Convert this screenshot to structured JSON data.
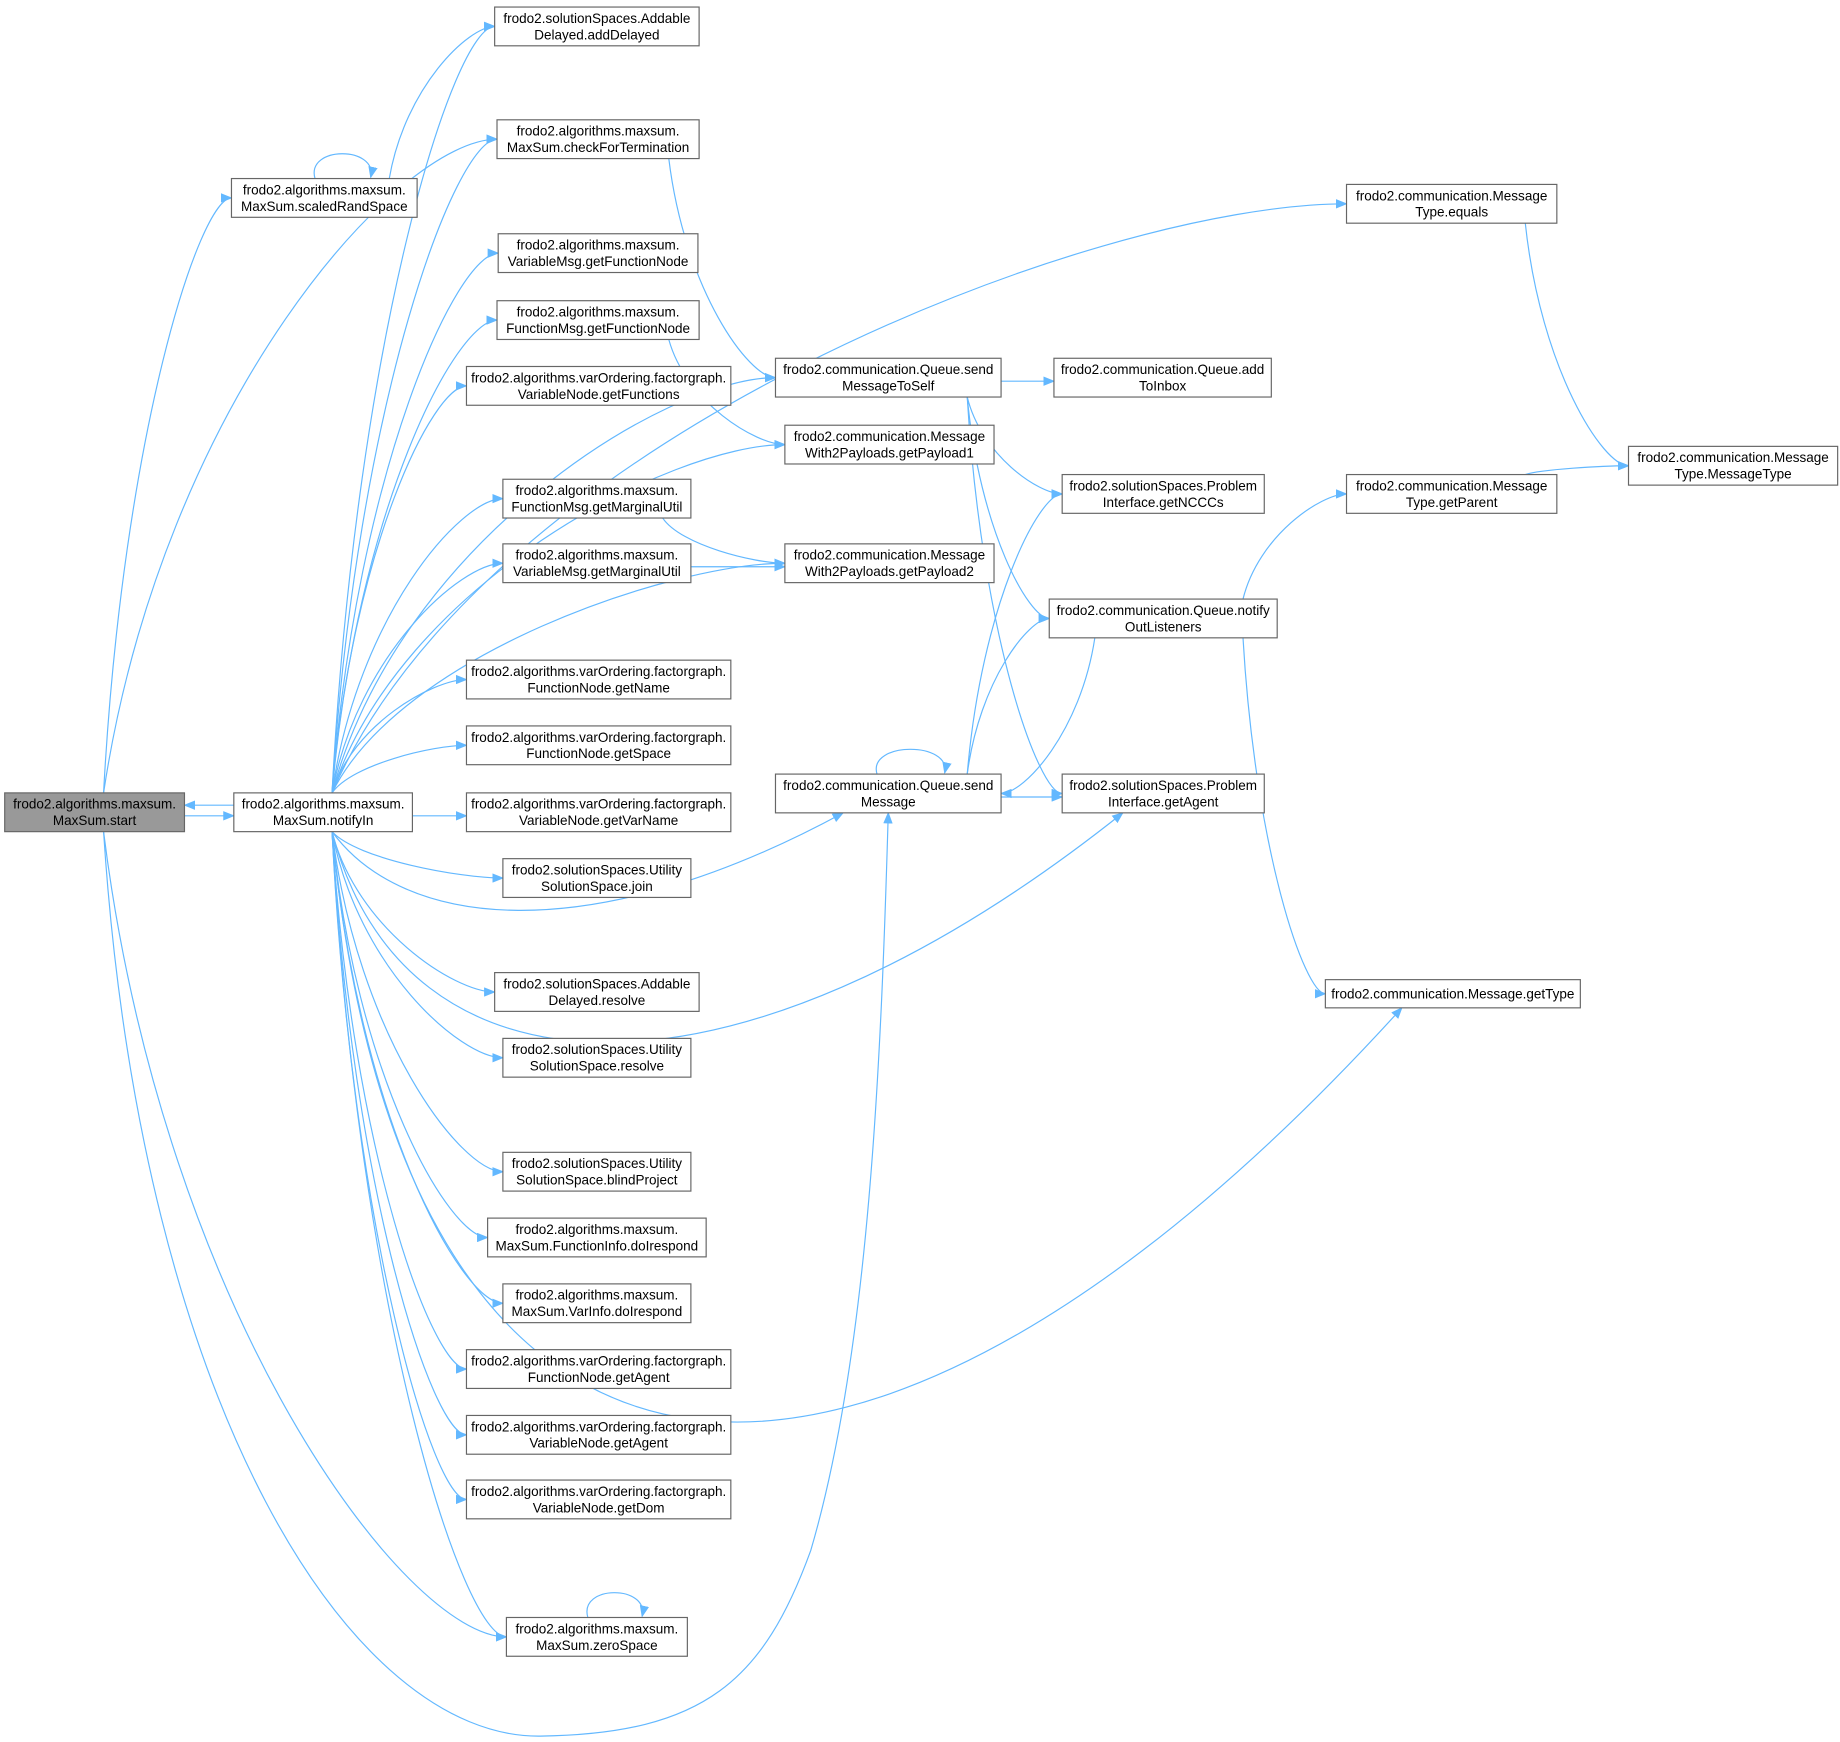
{
  "graph": {
    "title": "Call graph of frodo2.algorithms.maxsum.MaxSum.start",
    "colors": {
      "edge": "#63b8ff",
      "root_fill": "#999999",
      "node_border": "#666666"
    },
    "nodes": {
      "start": [
        "frodo2.algorithms.maxsum.",
        "MaxSum.start"
      ],
      "notifyIn": [
        "frodo2.algorithms.maxsum.",
        "MaxSum.notifyIn"
      ],
      "scaledRandSpace": [
        "frodo2.algorithms.maxsum.",
        "MaxSum.scaledRandSpace"
      ],
      "addDelayed": [
        "frodo2.solutionSpaces.Addable",
        "Delayed.addDelayed"
      ],
      "checkForTermination": [
        "frodo2.algorithms.maxsum.",
        "MaxSum.checkForTermination"
      ],
      "varMsgGetFunctionNode": [
        "frodo2.algorithms.maxsum.",
        "VariableMsg.getFunctionNode"
      ],
      "funcMsgGetFunctionNode": [
        "frodo2.algorithms.maxsum.",
        "FunctionMsg.getFunctionNode"
      ],
      "getFunctions": [
        "frodo2.algorithms.varOrdering.factorgraph.",
        "VariableNode.getFunctions"
      ],
      "funcMsgGetMarginalUtil": [
        "frodo2.algorithms.maxsum.",
        "FunctionMsg.getMarginalUtil"
      ],
      "varMsgGetMarginalUtil": [
        "frodo2.algorithms.maxsum.",
        "VariableMsg.getMarginalUtil"
      ],
      "fnGetName": [
        "frodo2.algorithms.varOrdering.factorgraph.",
        "FunctionNode.getName"
      ],
      "fnGetSpace": [
        "frodo2.algorithms.varOrdering.factorgraph.",
        "FunctionNode.getSpace"
      ],
      "vnGetVarName": [
        "frodo2.algorithms.varOrdering.factorgraph.",
        "VariableNode.getVarName"
      ],
      "join": [
        "frodo2.solutionSpaces.Utility",
        "SolutionSpace.join"
      ],
      "addableResolve": [
        "frodo2.solutionSpaces.Addable",
        "Delayed.resolve"
      ],
      "utilResolve": [
        "frodo2.solutionSpaces.Utility",
        "SolutionSpace.resolve"
      ],
      "blindProject": [
        "frodo2.solutionSpaces.Utility",
        "SolutionSpace.blindProject"
      ],
      "funcInfoDoIrespond": [
        "frodo2.algorithms.maxsum.",
        "MaxSum.FunctionInfo.doIrespond"
      ],
      "varInfoDoIrespond": [
        "frodo2.algorithms.maxsum.",
        "MaxSum.VarInfo.doIrespond"
      ],
      "fnGetAgent": [
        "frodo2.algorithms.varOrdering.factorgraph.",
        "FunctionNode.getAgent"
      ],
      "vnGetAgent": [
        "frodo2.algorithms.varOrdering.factorgraph.",
        "VariableNode.getAgent"
      ],
      "vnGetDom": [
        "frodo2.algorithms.varOrdering.factorgraph.",
        "VariableNode.getDom"
      ],
      "zeroSpace": [
        "frodo2.algorithms.maxsum.",
        "MaxSum.zeroSpace"
      ],
      "sendMessageToSelf": [
        "frodo2.communication.Queue.send",
        "MessageToSelf"
      ],
      "getPayload1": [
        "frodo2.communication.Message",
        "With2Payloads.getPayload1"
      ],
      "getPayload2": [
        "frodo2.communication.Message",
        "With2Payloads.getPayload2"
      ],
      "sendMessage": [
        "frodo2.communication.Queue.send",
        "Message"
      ],
      "addToInbox": [
        "frodo2.communication.Queue.add",
        "ToInbox"
      ],
      "getNCCCs": [
        "frodo2.solutionSpaces.Problem",
        "Interface.getNCCCs"
      ],
      "notifyOutListeners": [
        "frodo2.communication.Queue.notify",
        "OutListeners"
      ],
      "piGetAgent": [
        "frodo2.solutionSpaces.Problem",
        "Interface.getAgent"
      ],
      "equals": [
        "frodo2.communication.Message",
        "Type.equals"
      ],
      "getParent": [
        "frodo2.communication.Message",
        "Type.getParent"
      ],
      "messageType": [
        "frodo2.communication.Message",
        "Type.MessageType"
      ],
      "getType": [
        "frodo2.communication.Message.getType"
      ]
    },
    "edges": [
      [
        "start",
        "notifyIn"
      ],
      [
        "notifyIn",
        "start"
      ],
      [
        "start",
        "scaledRandSpace"
      ],
      [
        "start",
        "checkForTermination"
      ],
      [
        "start",
        "zeroSpace"
      ],
      [
        "start",
        "sendMessage"
      ],
      [
        "scaledRandSpace",
        "addDelayed"
      ],
      [
        "scaledRandSpace",
        "scaledRandSpace"
      ],
      [
        "notifyIn",
        "addDelayed"
      ],
      [
        "notifyIn",
        "checkForTermination"
      ],
      [
        "notifyIn",
        "varMsgGetFunctionNode"
      ],
      [
        "notifyIn",
        "funcMsgGetFunctionNode"
      ],
      [
        "notifyIn",
        "getFunctions"
      ],
      [
        "notifyIn",
        "funcMsgGetMarginalUtil"
      ],
      [
        "notifyIn",
        "varMsgGetMarginalUtil"
      ],
      [
        "notifyIn",
        "fnGetName"
      ],
      [
        "notifyIn",
        "fnGetSpace"
      ],
      [
        "notifyIn",
        "vnGetVarName"
      ],
      [
        "notifyIn",
        "join"
      ],
      [
        "notifyIn",
        "addableResolve"
      ],
      [
        "notifyIn",
        "utilResolve"
      ],
      [
        "notifyIn",
        "blindProject"
      ],
      [
        "notifyIn",
        "funcInfoDoIrespond"
      ],
      [
        "notifyIn",
        "varInfoDoIrespond"
      ],
      [
        "notifyIn",
        "fnGetAgent"
      ],
      [
        "notifyIn",
        "vnGetAgent"
      ],
      [
        "notifyIn",
        "vnGetDom"
      ],
      [
        "notifyIn",
        "zeroSpace"
      ],
      [
        "notifyIn",
        "equals"
      ],
      [
        "notifyIn",
        "sendMessageToSelf"
      ],
      [
        "notifyIn",
        "getPayload1"
      ],
      [
        "notifyIn",
        "getPayload2"
      ],
      [
        "notifyIn",
        "sendMessage"
      ],
      [
        "notifyIn",
        "piGetAgent"
      ],
      [
        "notifyIn",
        "getType"
      ],
      [
        "checkForTermination",
        "sendMessageToSelf"
      ],
      [
        "funcMsgGetFunctionNode",
        "getPayload1"
      ],
      [
        "funcMsgGetMarginalUtil",
        "getPayload2"
      ],
      [
        "varMsgGetMarginalUtil",
        "getPayload2"
      ],
      [
        "sendMessageToSelf",
        "addToInbox"
      ],
      [
        "sendMessageToSelf",
        "getNCCCs"
      ],
      [
        "sendMessageToSelf",
        "notifyOutListeners"
      ],
      [
        "sendMessageToSelf",
        "piGetAgent"
      ],
      [
        "sendMessage",
        "getNCCCs"
      ],
      [
        "sendMessage",
        "notifyOutListeners"
      ],
      [
        "sendMessage",
        "piGetAgent"
      ],
      [
        "sendMessage",
        "sendMessage"
      ],
      [
        "notifyOutListeners",
        "getParent"
      ],
      [
        "notifyOutListeners",
        "getType"
      ],
      [
        "notifyOutListeners",
        "sendMessage"
      ],
      [
        "equals",
        "messageType"
      ],
      [
        "getParent",
        "messageType"
      ],
      [
        "zeroSpace",
        "zeroSpace"
      ]
    ]
  }
}
